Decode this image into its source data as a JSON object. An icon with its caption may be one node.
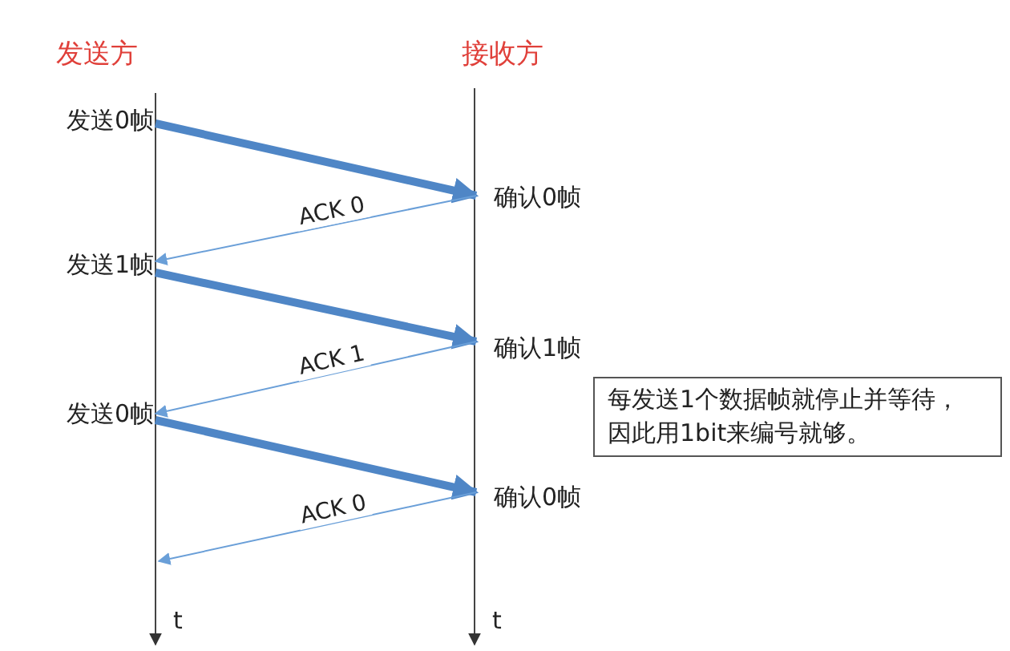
{
  "diagram": {
    "nodes": [
      {
        "text": [
          "发送0帧"
        ]
      },
      {
        "text": [
          "确认0帧"
        ]
      },
      {
        "text": [
          "发送1帧"
        ]
      },
      {
        "text": [
          "确认1帧"
        ]
      },
      {
        "text": [
          "发送0帧"
        ]
      },
      {
        "text": [
          "确认0帧"
        ]
      },
      {
        "text": [
          "每发送1个数据帧就停止并等待，因此用1bit来编号就够。"
        ]
      }
    ],
    "edges": [
      {
        "from": 0,
        "to": 1,
        "arrow": "to",
        "style": "thick"
      },
      {
        "from": 1,
        "to": 2,
        "arrow": "to",
        "label": "ACK 0"
      },
      {
        "from": 2,
        "to": 3,
        "arrow": "to",
        "style": "thick"
      },
      {
        "from": 3,
        "to": 4,
        "arrow": "to",
        "label": "ACK 1"
      },
      {
        "from": 4,
        "to": 5,
        "arrow": "to",
        "style": "thick"
      },
      {
        "from": 5,
        "to": null,
        "arrow": "to",
        "label": "ACK 0"
      }
    ],
    "labels": [
      "发送方",
      "接收方",
      "t",
      "t"
    ]
  }
}
